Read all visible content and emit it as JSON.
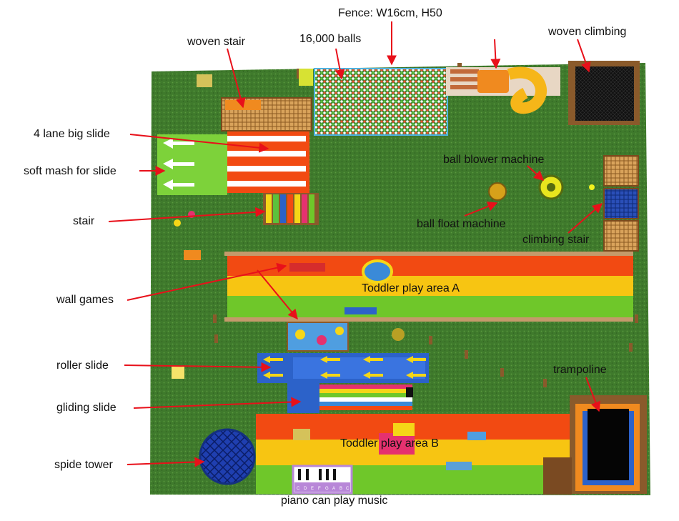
{
  "labels": {
    "fence": "Fence: W16cm, H50",
    "balls": "16,000 balls",
    "woven_stair": "woven stair",
    "woven_climbing": "woven climbing",
    "big_slide": "4 lane big slide",
    "soft_mash": "soft mash for slide",
    "ball_blower": "ball blower machine",
    "stair": "stair",
    "ball_float": "ball float machine",
    "climbing_stair": "climbing stair",
    "wall_games": "wall games",
    "toddler_a": "Toddler play area A",
    "roller_slide": "roller slide",
    "trampoline": "trampoline",
    "gliding_slide": "gliding slide",
    "spide_tower": "spide tower",
    "toddler_b": "Toddler play area B",
    "piano": "piano can play music"
  },
  "piano_keys": [
    "C",
    "D",
    "E",
    "F",
    "G",
    "A",
    "B",
    "C"
  ],
  "colors": {
    "grass": "#3f7a2c",
    "annotation": "#e8101a",
    "stripe_red": "#f24a12",
    "stripe_orange": "#f7a612",
    "stripe_yellow": "#f5d617",
    "stripe_green": "#6fc72a",
    "mat_green": "#7dd23a",
    "slide_blue": "#2c62c9"
  }
}
